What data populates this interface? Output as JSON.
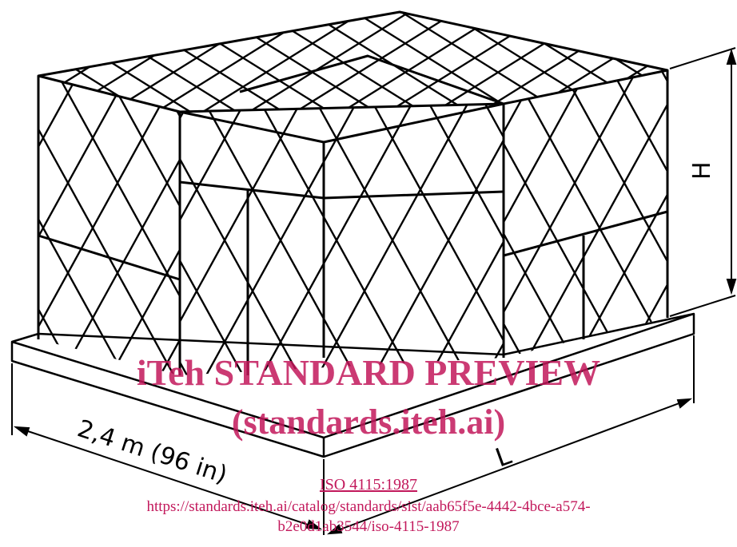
{
  "diagram": {
    "dimension_labels": {
      "width": "2,4 m (96 in)",
      "length": "L",
      "height": "H"
    }
  },
  "watermark": {
    "title": "iTeh STANDARD PREVIEW",
    "subtitle": "(standards.iteh.ai)",
    "standard_link": "ISO 4115:1987",
    "url_line1": "https://standards.iteh.ai/catalog/standards/sist/aab65f5e-4442-4bce-a574-",
    "url_line2": "b2e0d1ab3544/iso-4115-1987",
    "color": "#c2185b"
  }
}
